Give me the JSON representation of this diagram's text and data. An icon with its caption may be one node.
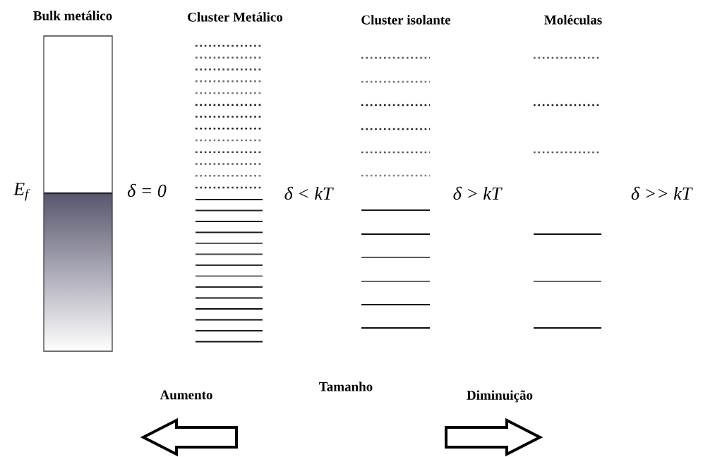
{
  "diagram": {
    "labels": [
      "Bulk metálico",
      "Cluster Metálico",
      "Cluster isolante",
      "Moléculas",
      "*E*$_{f}$",
      "δ = 0",
      "δ < kT",
      "δ > kT",
      "δ >> kT",
      "Aumento",
      "Tamanho",
      "Diminuição"
    ]
  }
}
